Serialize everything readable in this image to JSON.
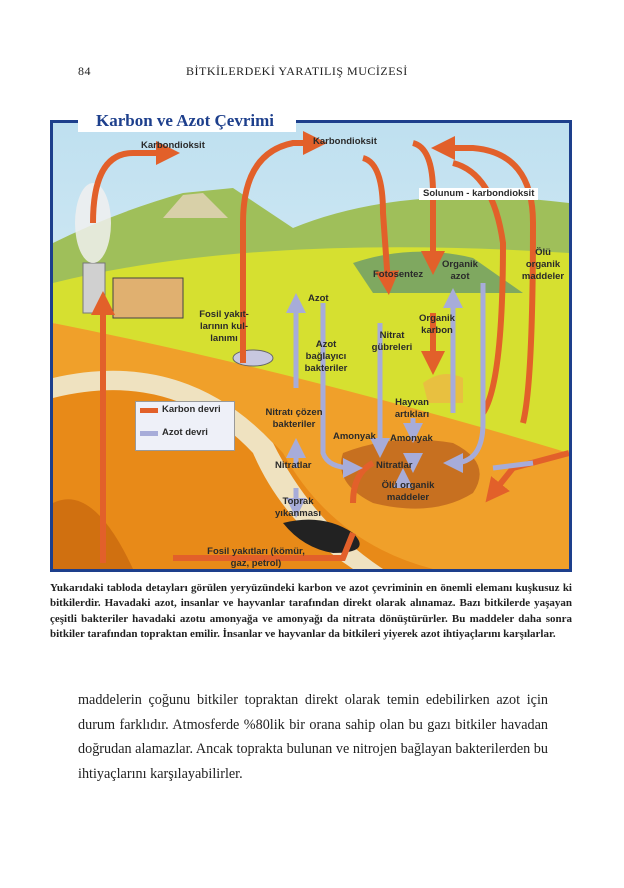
{
  "header": {
    "page_number": "84",
    "running_title": "BİTKİLERDEKİ YARATILIŞ MUCİZESİ"
  },
  "figure": {
    "title": "Karbon ve Azot Çevrimi",
    "labels": {
      "co2_left": "Karbondioksit",
      "co2_right": "Karbondioksit",
      "respiration": "Solunum - karbondioksit",
      "photosynthesis": "Fotosentez",
      "organic_nitrogen": "Organik azot",
      "dead_organic_top": "Ölü organik maddeler",
      "nitrogen": "Azot",
      "fossil_use": "Fosil yakıt-larının kul-lanımı",
      "fixing_bacteria": "Azot bağlayıcı bakteriler",
      "nitrate_fertilizer": "Nitrat gübreleri",
      "organic_carbon": "Organik karbon",
      "denitrifying": "Nitratı çözen bakteriler",
      "animal_waste": "Hayvan artıkları",
      "ammonia_1": "Amonyak",
      "ammonia_2": "Amonyak",
      "nitrates_1": "Nitratlar",
      "nitrates_2": "Nitratlar",
      "dead_organic_bottom": "Ölü organik maddeler",
      "leaching": "Toprak yıkanması",
      "fossil_fuels": "Fosil yakıtları (kömür, gaz, petrol)"
    },
    "legend": [
      {
        "label": "Karbon devri",
        "color": "#e2602a"
      },
      {
        "label": "Azot devri",
        "color": "#a7acd9"
      }
    ]
  },
  "caption": "Yukarıdaki tabloda detayları görülen yeryüzündeki karbon ve azot çevriminin en önemli elemanı kuşkusuz ki bitkilerdir. Havadaki azot, insanlar ve hayvanlar tarafından direkt olarak alınamaz. Bazı bitkilerde yaşayan çeşitli bakteriler havadaki azotu amonyağa ve amonyağı da nitrata dönüştürürler. Bu maddeler daha sonra bitkiler tarafından topraktan emilir. İnsanlar ve hayvanlar da bitkileri yiyerek azot ihtiyaçlarını karşılarlar.",
  "body": "maddelerin çoğunu bitkiler topraktan direkt olarak temin edebilirken azot için durum farklıdır. Atmosferde %80lik bir orana sahip olan bu gazı bitkiler havadan doğrudan alamazlar. Ancak toprakta bulunan ve nitrojen bağlayan bakterilerden bu ihtiyaçlarını karşılayabilirler."
}
